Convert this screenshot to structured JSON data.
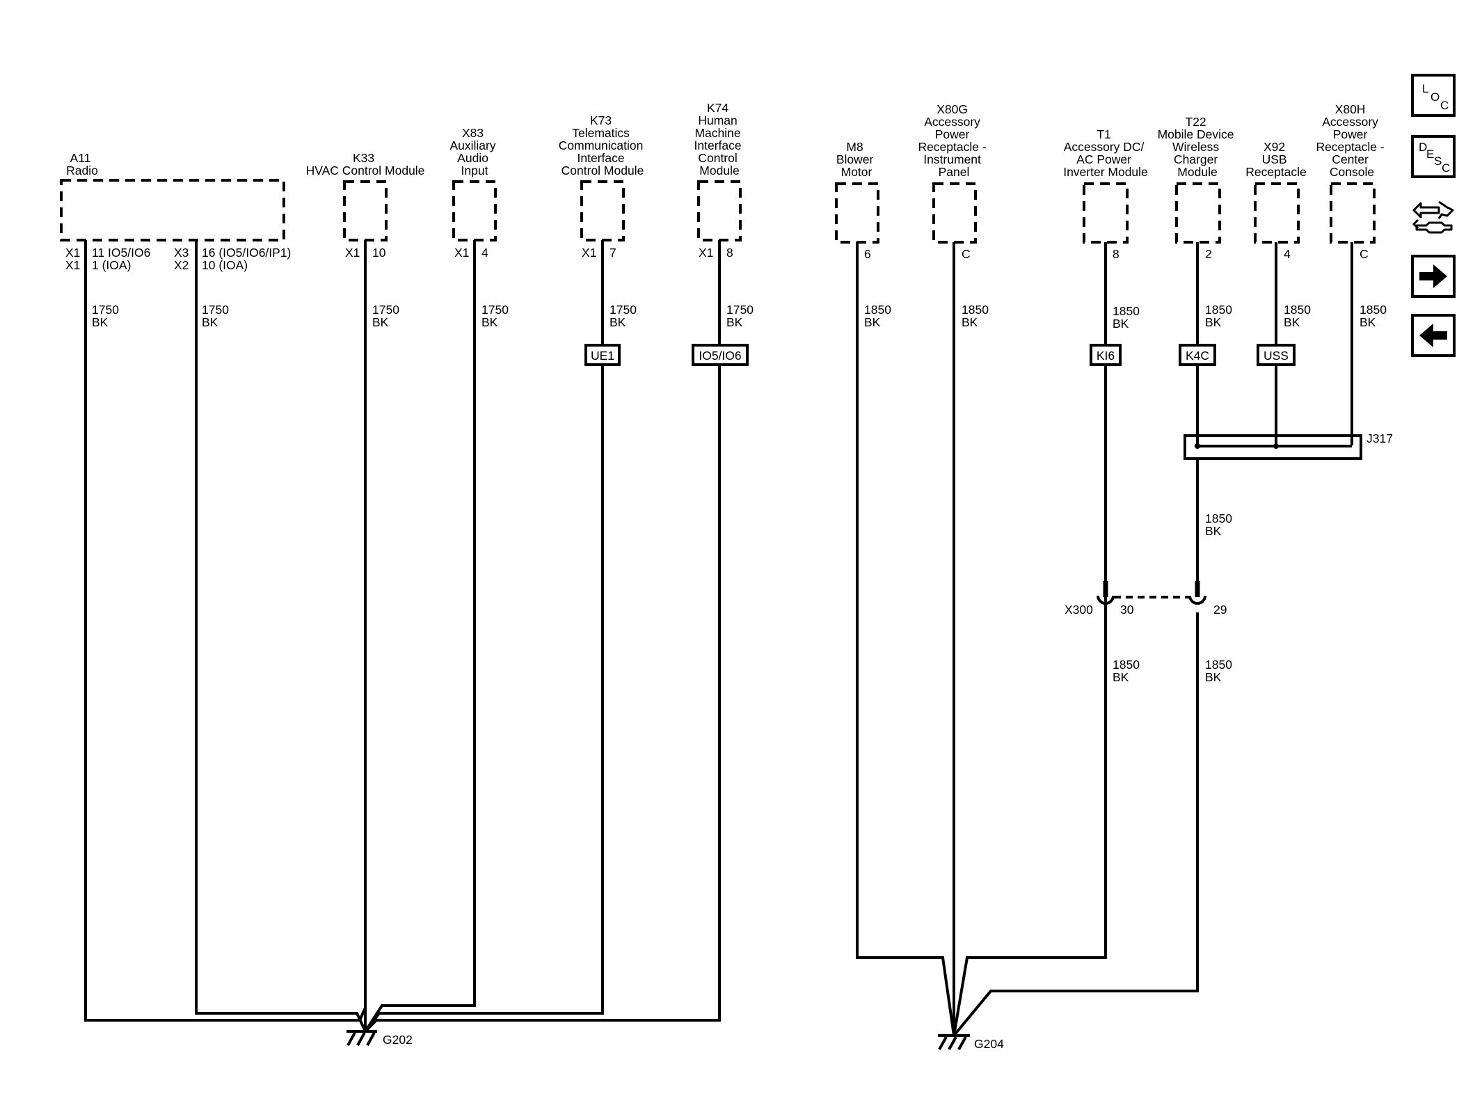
{
  "components": [
    {
      "id": "A11",
      "lines": [
        "A11",
        "Radio"
      ]
    },
    {
      "id": "K33",
      "lines": [
        "K33",
        "HVAC Control Module"
      ]
    },
    {
      "id": "X83",
      "lines": [
        "X83",
        "Auxiliary",
        "Audio",
        "Input"
      ]
    },
    {
      "id": "K73",
      "lines": [
        "K73",
        "Telematics",
        "Communication",
        "Interface",
        "Control Module"
      ]
    },
    {
      "id": "K74",
      "lines": [
        "K74",
        "Human",
        "Machine",
        "Interface",
        "Control",
        "Module"
      ]
    },
    {
      "id": "M8",
      "lines": [
        "M8",
        "Blower",
        "Motor"
      ]
    },
    {
      "id": "X80G",
      "lines": [
        "X80G",
        "Accessory",
        "Power",
        "Receptacle -",
        "Instrument",
        "Panel"
      ]
    },
    {
      "id": "T1",
      "lines": [
        "T1",
        "Accessory DC/",
        "AC Power",
        "Inverter Module"
      ]
    },
    {
      "id": "T22",
      "lines": [
        "T22",
        "Mobile Device",
        "Wireless",
        "Charger",
        "Module"
      ]
    },
    {
      "id": "X92",
      "lines": [
        "X92",
        "USB",
        "Receptacle"
      ]
    },
    {
      "id": "X80H",
      "lines": [
        "X80H",
        "Accessory",
        "Power",
        "Receptacle -",
        "Center",
        "Console"
      ]
    }
  ],
  "pins": [
    {
      "id": "a11-left",
      "connectors": [
        "X1",
        "X1"
      ],
      "pins": [
        "11 IO5/IO6",
        "1 (IOA)"
      ]
    },
    {
      "id": "a11-right",
      "connectors": [
        "X3",
        "X2"
      ],
      "pins": [
        "16 (IO5/IO6/IP1)",
        "10 (IOA)"
      ]
    },
    {
      "id": "k33",
      "connectors": [
        "X1"
      ],
      "pins": [
        "10"
      ]
    },
    {
      "id": "x83",
      "connectors": [
        "X1"
      ],
      "pins": [
        "4"
      ]
    },
    {
      "id": "k73",
      "connectors": [
        "X1"
      ],
      "pins": [
        "7"
      ]
    },
    {
      "id": "k74",
      "connectors": [
        "X1"
      ],
      "pins": [
        "8"
      ]
    },
    {
      "id": "m8",
      "connectors": [],
      "pins": [
        "6"
      ]
    },
    {
      "id": "x80g",
      "connectors": [],
      "pins": [
        "C"
      ]
    },
    {
      "id": "t1",
      "connectors": [],
      "pins": [
        "8"
      ]
    },
    {
      "id": "t22",
      "connectors": [],
      "pins": [
        "2"
      ]
    },
    {
      "id": "x92",
      "connectors": [],
      "pins": [
        "4"
      ]
    },
    {
      "id": "x80h",
      "connectors": [],
      "pins": [
        "C"
      ]
    }
  ],
  "wires": [
    {
      "id": "a11-a",
      "circuit": "1750",
      "color": "BK"
    },
    {
      "id": "a11-b",
      "circuit": "1750",
      "color": "BK"
    },
    {
      "id": "k33",
      "circuit": "1750",
      "color": "BK"
    },
    {
      "id": "x83",
      "circuit": "1750",
      "color": "BK"
    },
    {
      "id": "k73",
      "circuit": "1750",
      "color": "BK"
    },
    {
      "id": "k74",
      "circuit": "1750",
      "color": "BK"
    },
    {
      "id": "m8",
      "circuit": "1850",
      "color": "BK"
    },
    {
      "id": "x80g",
      "circuit": "1850",
      "color": "BK"
    },
    {
      "id": "t1-upper",
      "circuit": "1850",
      "color": "BK"
    },
    {
      "id": "t22-upper",
      "circuit": "1850",
      "color": "BK"
    },
    {
      "id": "x92",
      "circuit": "1850",
      "color": "BK"
    },
    {
      "id": "x80h",
      "circuit": "1850",
      "color": "BK"
    },
    {
      "id": "splice-out",
      "circuit": "1850",
      "color": "BK"
    },
    {
      "id": "t1-lower",
      "circuit": "1850",
      "color": "BK"
    },
    {
      "id": "t22-lower",
      "circuit": "1850",
      "color": "BK"
    }
  ],
  "option_tags": [
    "UE1",
    "IO5/IO6",
    "KI6",
    "K4C",
    "USS"
  ],
  "splice": {
    "name": "J317"
  },
  "inline_connector": {
    "name": "X300",
    "pins": [
      "30",
      "29"
    ]
  },
  "grounds": [
    "G202",
    "G204"
  ],
  "nav": {
    "loc": [
      "L",
      "O",
      "C"
    ],
    "desc": [
      "D",
      "E",
      "S",
      "C"
    ],
    "buttons": [
      "connector-end-view-icon",
      "next-page-arrow-icon",
      "previous-page-arrow-icon"
    ]
  }
}
